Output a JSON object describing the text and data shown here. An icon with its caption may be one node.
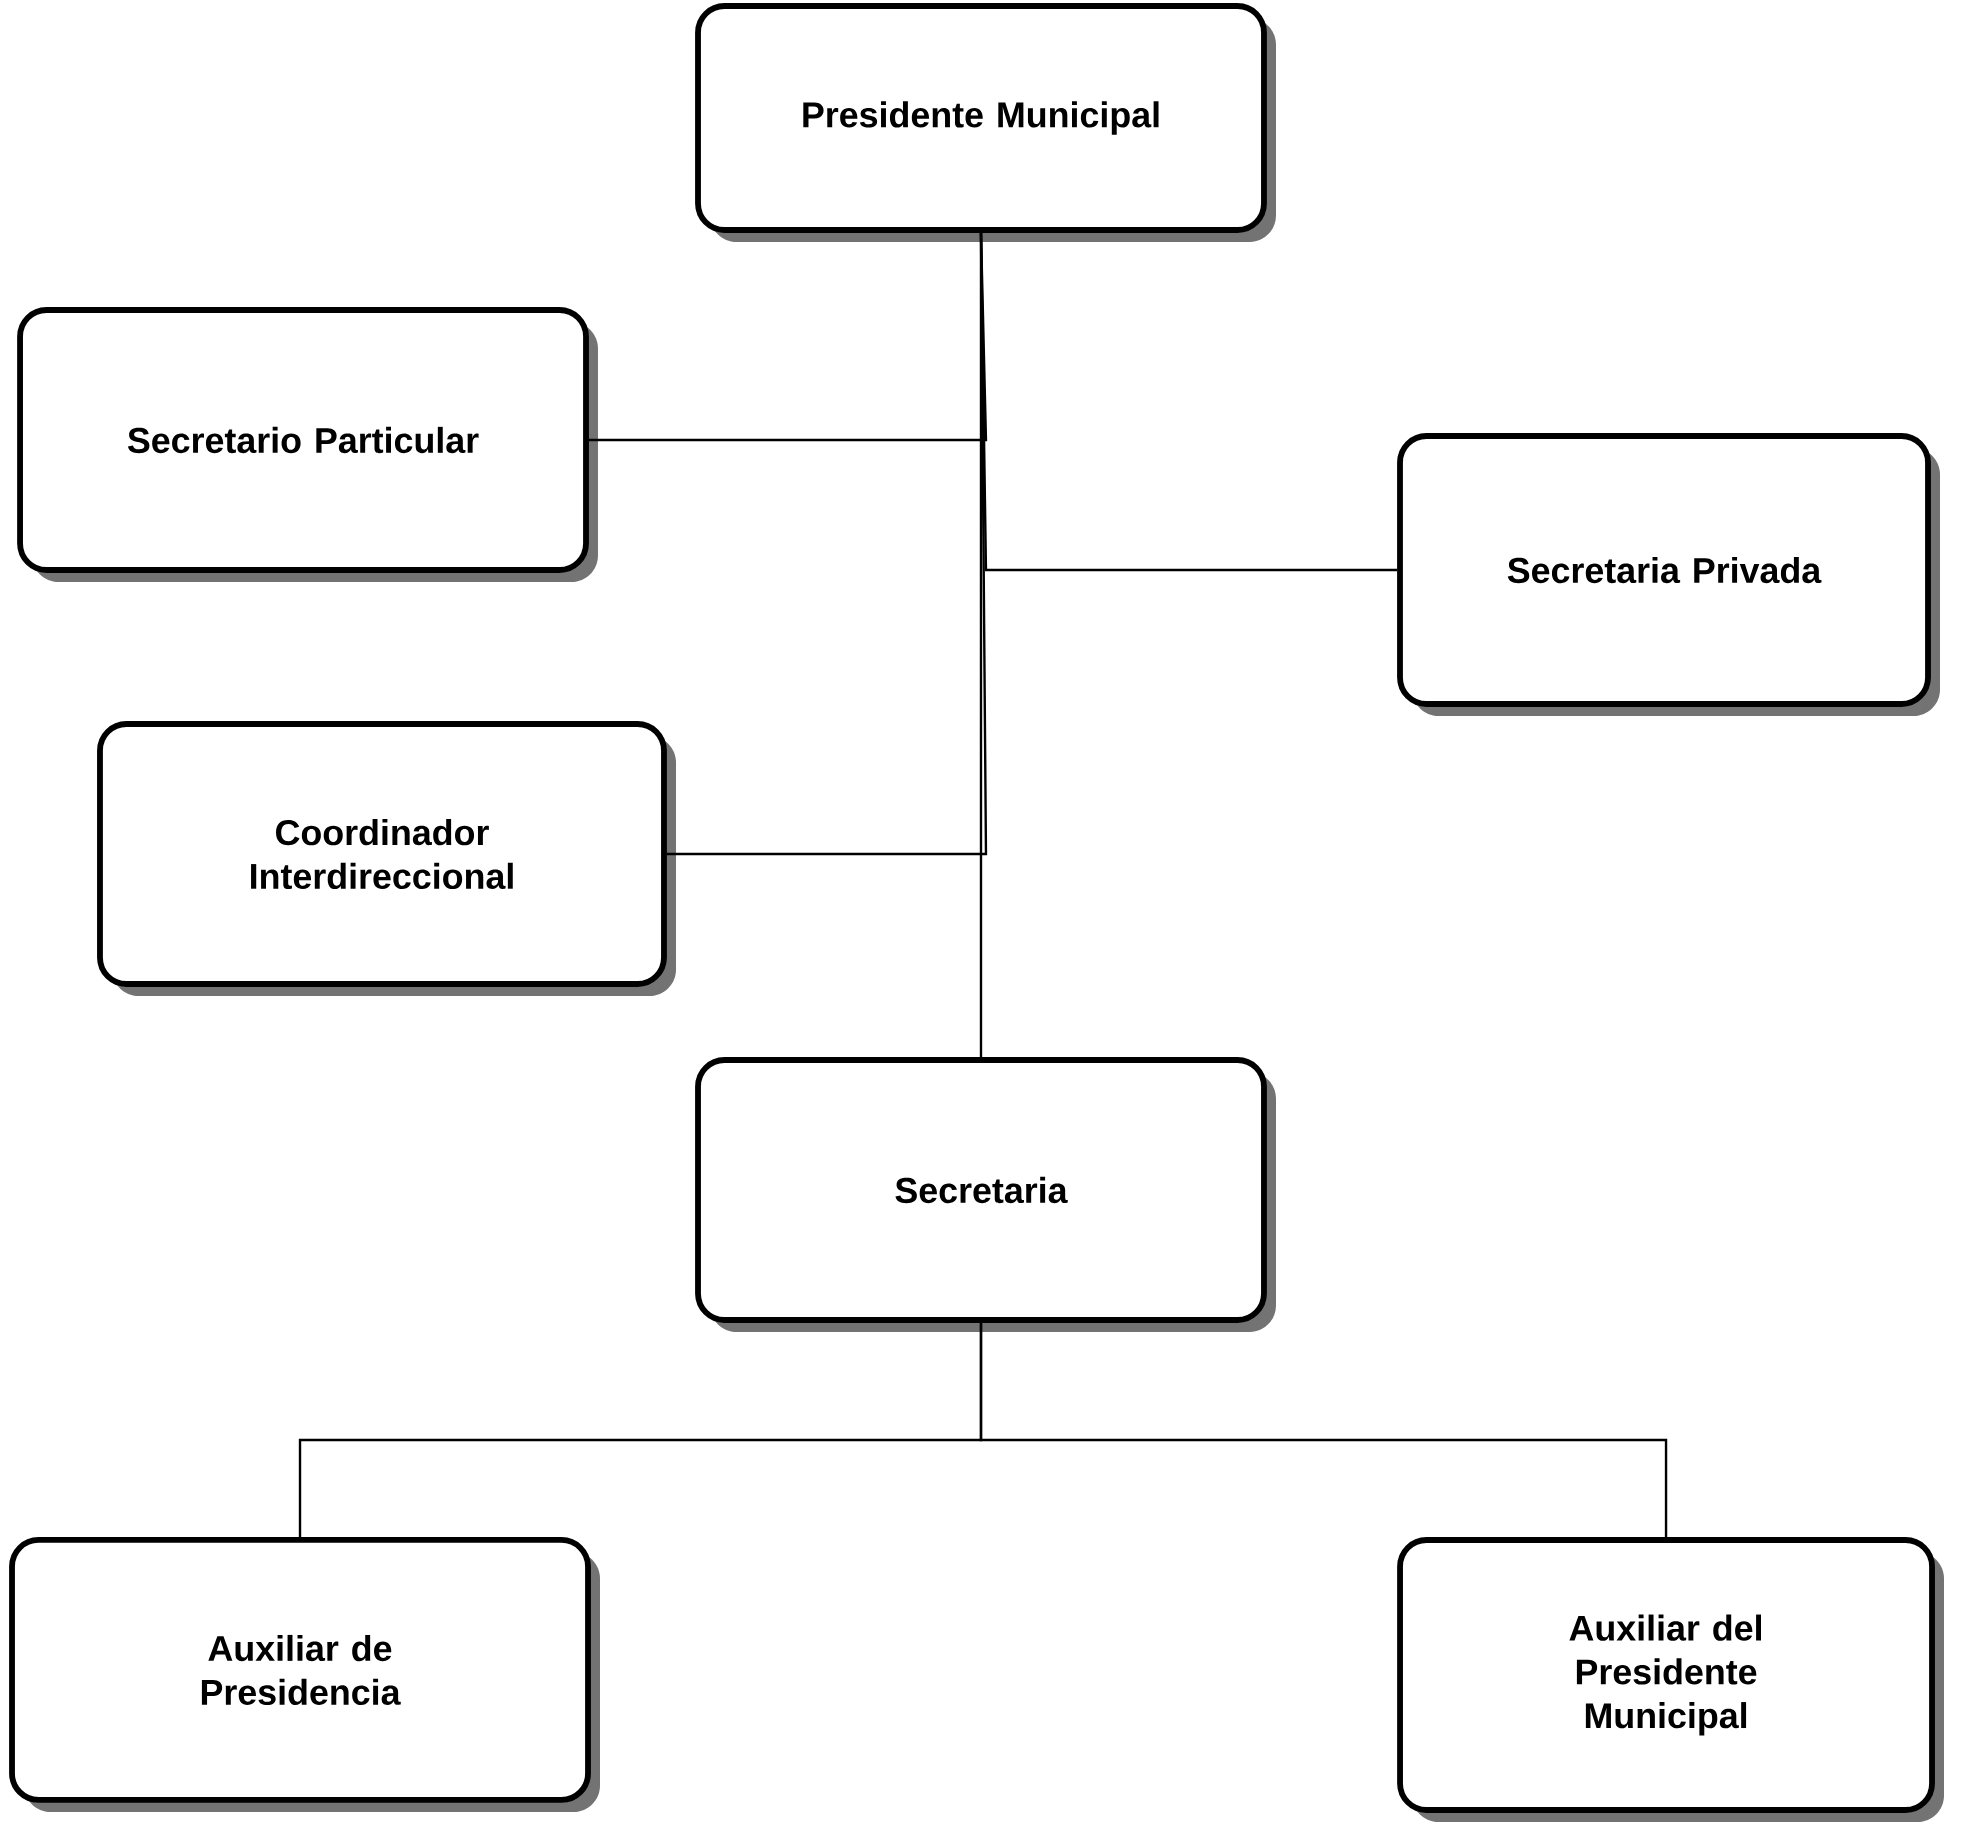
{
  "diagram": {
    "nodes": [
      {
        "text": [
          "Presidente Municipal"
        ]
      },
      {
        "text": [
          "Secretario Particular"
        ]
      },
      {
        "text": [
          "Secretaria Privada"
        ]
      },
      {
        "text": [
          "Coordinador Interdireccional"
        ]
      },
      {
        "text": [
          "Secretaria"
        ]
      },
      {
        "text": [
          "Auxiliar de Presidencia"
        ]
      },
      {
        "text": [
          "Auxiliar del Presidente Municipal"
        ]
      }
    ],
    "edges": [
      {
        "from": 0,
        "to": 1,
        "arrow": "none"
      },
      {
        "from": 0,
        "to": 2,
        "arrow": "none"
      },
      {
        "from": 0,
        "to": 3,
        "arrow": "none"
      },
      {
        "from": 0,
        "to": 4,
        "arrow": "none"
      },
      {
        "from": 4,
        "to": 5,
        "arrow": "none"
      },
      {
        "from": 4,
        "to": 6,
        "arrow": "none"
      }
    ]
  }
}
